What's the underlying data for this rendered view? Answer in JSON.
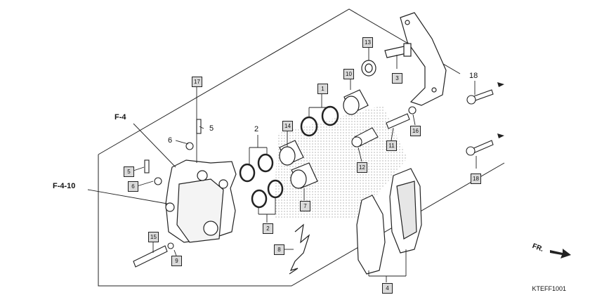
{
  "diagram": {
    "callouts": [
      "1",
      "2",
      "2",
      "3",
      "4",
      "5",
      "5",
      "6",
      "6",
      "7",
      "8",
      "9",
      "10",
      "11",
      "12",
      "13",
      "14",
      "15",
      "16",
      "17",
      "18",
      "18"
    ],
    "references": [
      "F-4",
      "F-4-10"
    ],
    "fr_label": "FR.",
    "code": "KTEFF1001",
    "colors": {
      "line": "#222222",
      "box": "#d9d9d9",
      "stipple": "#bdbdbd"
    }
  }
}
